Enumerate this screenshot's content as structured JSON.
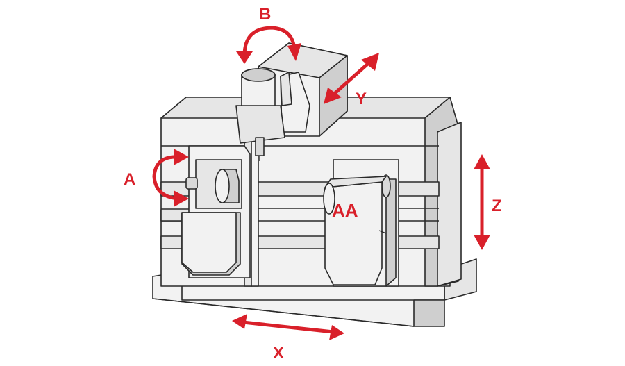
{
  "labels": {
    "b": "B",
    "y": "Y",
    "a": "A",
    "z": "Z",
    "x": "X",
    "aa": "AA"
  },
  "colors": {
    "accent": "#d9202a",
    "machine_fill": "#f2f2f2",
    "machine_shade": "#d9d9d9",
    "outline": "#2a2a2a"
  }
}
